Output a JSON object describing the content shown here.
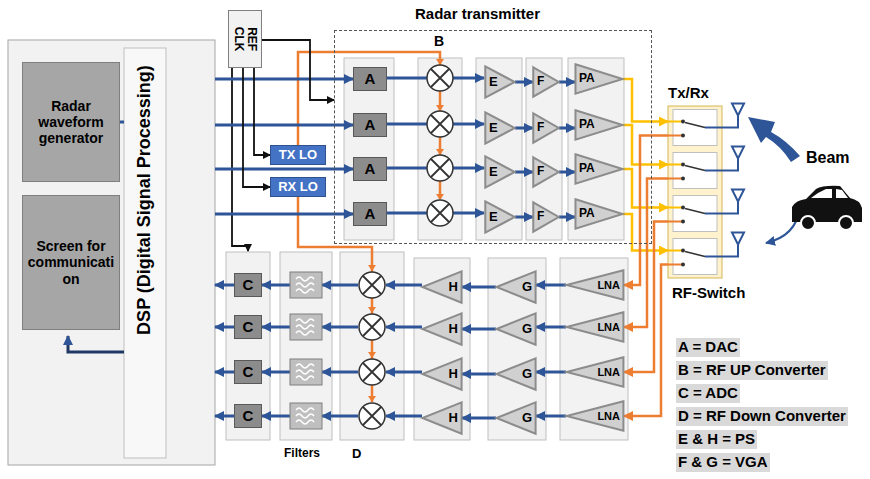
{
  "diagram": {
    "nodes": [
      {
        "text": [
          "DSP (Digital Signal Processing)"
        ]
      },
      {
        "text": [
          "Radar waveform generator"
        ],
        "in": 0
      },
      {
        "text": [
          "Screen for communication"
        ],
        "in": 0
      },
      {
        "text": [
          "REF CLK"
        ]
      },
      {
        "text": [
          "Radar transmitter"
        ]
      },
      {
        "text": [
          "TX LO"
        ]
      },
      {
        "text": [
          "RX LO"
        ]
      },
      {
        "text": [
          "A"
        ],
        "in": 4
      },
      {
        "text": [
          "A"
        ],
        "in": 4
      },
      {
        "text": [
          "A"
        ],
        "in": 4
      },
      {
        "text": [
          "A"
        ],
        "in": 4
      },
      {
        "text": [
          "E"
        ],
        "in": 4
      },
      {
        "text": [
          "E"
        ],
        "in": 4
      },
      {
        "text": [
          "E"
        ],
        "in": 4
      },
      {
        "text": [
          "E"
        ],
        "in": 4
      },
      {
        "text": [
          "F"
        ],
        "in": 4
      },
      {
        "text": [
          "F"
        ],
        "in": 4
      },
      {
        "text": [
          "F"
        ],
        "in": 4
      },
      {
        "text": [
          "F"
        ],
        "in": 4
      },
      {
        "text": [
          "PA"
        ],
        "in": 4
      },
      {
        "text": [
          "PA"
        ],
        "in": 4
      },
      {
        "text": [
          "PA"
        ],
        "in": 4
      },
      {
        "text": [
          "PA"
        ],
        "in": 4
      },
      {
        "text": [
          "Tx/Rx",
          "RF-Switch"
        ]
      },
      {
        "text": [
          "LNA"
        ]
      },
      {
        "text": [
          "LNA"
        ]
      },
      {
        "text": [
          "LNA"
        ]
      },
      {
        "text": [
          "LNA"
        ]
      },
      {
        "text": [
          "G"
        ]
      },
      {
        "text": [
          "G"
        ]
      },
      {
        "text": [
          "G"
        ]
      },
      {
        "text": [
          "G"
        ]
      },
      {
        "text": [
          "H"
        ]
      },
      {
        "text": [
          "H"
        ]
      },
      {
        "text": [
          "H"
        ]
      },
      {
        "text": [
          "H"
        ]
      },
      {
        "text": [
          "C"
        ]
      },
      {
        "text": [
          "C"
        ]
      },
      {
        "text": [
          "C"
        ]
      },
      {
        "text": [
          "C"
        ]
      }
    ],
    "edges": [
      {
        "from": 0,
        "to": 7,
        "arrow": "to"
      },
      {
        "from": 0,
        "to": 8,
        "arrow": "to"
      },
      {
        "from": 0,
        "to": 9,
        "arrow": "to"
      },
      {
        "from": 0,
        "to": 10,
        "arrow": "to"
      },
      {
        "from": 11,
        "to": 15,
        "arrow": "to"
      },
      {
        "from": 12,
        "to": 16,
        "arrow": "to"
      },
      {
        "from": 13,
        "to": 17,
        "arrow": "to"
      },
      {
        "from": 14,
        "to": 18,
        "arrow": "to"
      },
      {
        "from": 15,
        "to": 19,
        "arrow": "to"
      },
      {
        "from": 16,
        "to": 20,
        "arrow": "to"
      },
      {
        "from": 17,
        "to": 21,
        "arrow": "to"
      },
      {
        "from": 18,
        "to": 22,
        "arrow": "to"
      },
      {
        "from": 19,
        "to": 23,
        "arrow": "to"
      },
      {
        "from": 20,
        "to": 23,
        "arrow": "to"
      },
      {
        "from": 21,
        "to": 23,
        "arrow": "to"
      },
      {
        "from": 22,
        "to": 23,
        "arrow": "to"
      },
      {
        "from": 23,
        "to": 24,
        "arrow": "to"
      },
      {
        "from": 23,
        "to": 25,
        "arrow": "to"
      },
      {
        "from": 23,
        "to": 26,
        "arrow": "to"
      },
      {
        "from": 23,
        "to": 27,
        "arrow": "to"
      },
      {
        "from": 24,
        "to": 28,
        "arrow": "to"
      },
      {
        "from": 25,
        "to": 29,
        "arrow": "to"
      },
      {
        "from": 26,
        "to": 30,
        "arrow": "to"
      },
      {
        "from": 27,
        "to": 31,
        "arrow": "to"
      },
      {
        "from": 28,
        "to": 32,
        "arrow": "to"
      },
      {
        "from": 29,
        "to": 33,
        "arrow": "to"
      },
      {
        "from": 30,
        "to": 34,
        "arrow": "to"
      },
      {
        "from": 31,
        "to": 35,
        "arrow": "to"
      },
      {
        "from": 36,
        "to": 0,
        "arrow": "to"
      },
      {
        "from": 37,
        "to": 0,
        "arrow": "to"
      },
      {
        "from": 38,
        "to": 0,
        "arrow": "to"
      },
      {
        "from": 39,
        "to": 0,
        "arrow": "to"
      },
      {
        "from": 3,
        "to": 5,
        "arrow": "to"
      },
      {
        "from": 3,
        "to": 6,
        "arrow": "to"
      },
      {
        "from": 3,
        "to": 4,
        "arrow": "to"
      }
    ],
    "labels": [
      "B",
      "Filters",
      "D",
      "Beam",
      "A = DAC",
      "B = RF UP Converter",
      "C = ADC",
      "D = RF Down Converter",
      "E & H = PS",
      "F & G = VGA"
    ]
  }
}
